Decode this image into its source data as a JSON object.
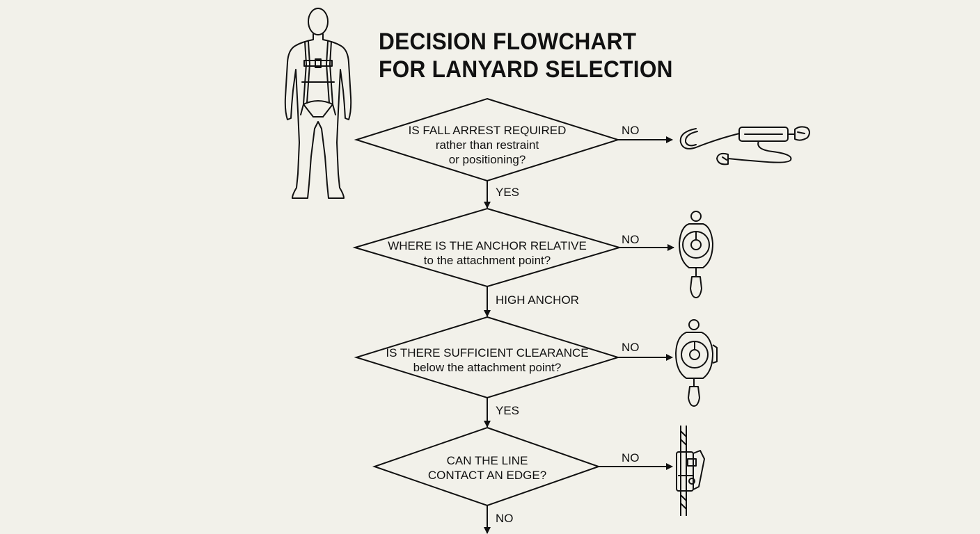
{
  "title": {
    "line1": "DECISION FLOWCHART",
    "line2": "FOR LANYARD SELECTION"
  },
  "questions": [
    {
      "line1": "IS FALL ARREST REQUIRED",
      "line2": "rather than restraint",
      "line3": "or positioning?"
    },
    {
      "line1": "WHERE IS THE ANCHOR RELATIVE",
      "line2": "to the attachment point?"
    },
    {
      "line1": "IS THERE SUFFICIENT CLEARANCE",
      "line2": "below the attachment point?"
    },
    {
      "line1": "CAN THE LINE",
      "line2": "CONTACT AN EDGE?"
    }
  ],
  "edges": {
    "q1_no": "NO",
    "q1_yes": "YES",
    "q2_no": "NO",
    "q2_high": "HIGH ANCHOR",
    "q3_no": "NO",
    "q3_yes": "YES",
    "q4_no": "NO",
    "q4_down": "NO"
  },
  "illustrations": [
    "harness-figure-icon",
    "shock-absorbing-lanyard-icon",
    "self-retracting-lifeline-icon",
    "self-retracting-lifeline-icon",
    "rope-grab-fall-arrester-icon"
  ],
  "colors": {
    "background": "#f2f1ea",
    "ink": "#111111"
  }
}
